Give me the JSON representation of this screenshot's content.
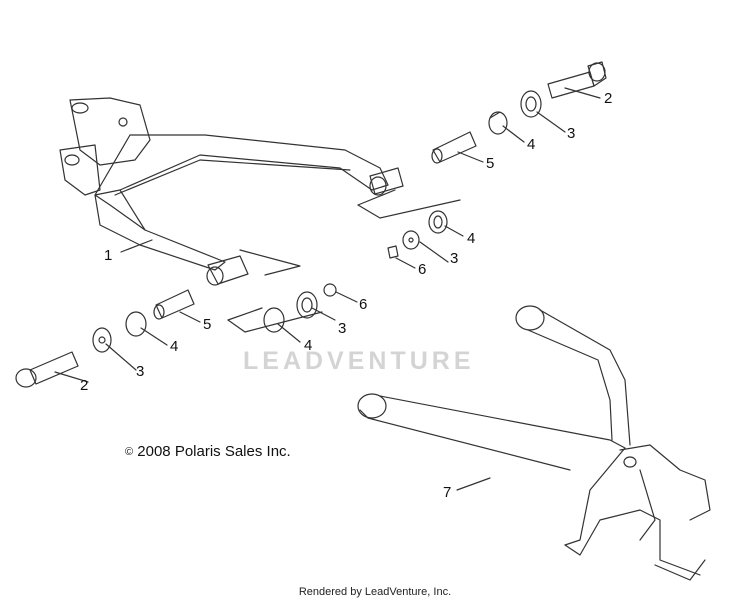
{
  "copyright": "2008 Polaris Sales Inc.",
  "copyright_symbol": "©",
  "footer": "Rendered by LeadVenture, Inc.",
  "watermark": "LEADVENTURE",
  "callouts": {
    "c1": "1",
    "c2a": "2",
    "c2b": "2",
    "c3a": "3",
    "c3b": "3",
    "c3c": "3",
    "c3d": "3",
    "c4a": "4",
    "c4b": "4",
    "c4c": "4",
    "c4d": "4",
    "c5a": "5",
    "c5b": "5",
    "c6a": "6",
    "c6b": "6",
    "c7": "7"
  },
  "colors": {
    "line": "#333333",
    "watermark": "#d4d4d4"
  }
}
